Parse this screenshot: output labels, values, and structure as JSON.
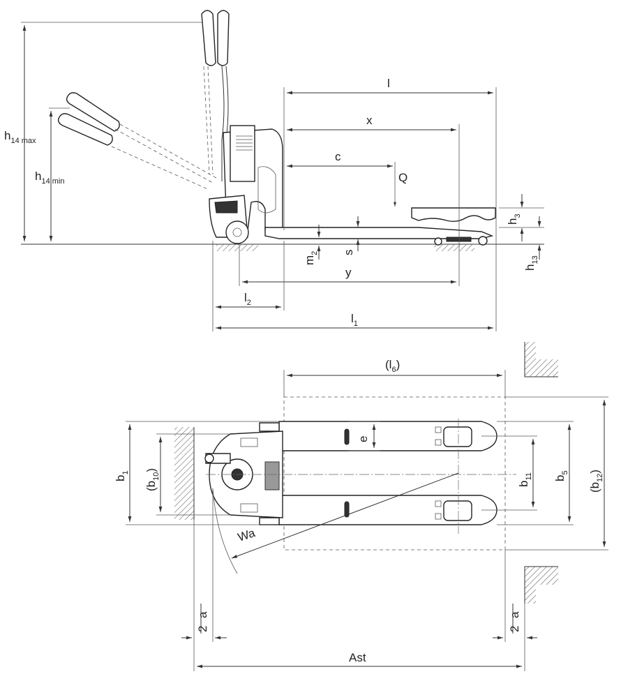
{
  "diagram": {
    "side_view": {
      "labels": {
        "h14max": {
          "main": "h",
          "sub": "14 max"
        },
        "h14min": {
          "main": "h",
          "sub": "14 min"
        },
        "l": "l",
        "x": "x",
        "c": "c",
        "Q": "Q",
        "h3": {
          "main": "h",
          "sub": "3"
        },
        "h13": {
          "main": "h",
          "sub": "13"
        },
        "m2": {
          "main": "m",
          "sub": "2"
        },
        "s": "s",
        "y": "y",
        "l2": {
          "main": "l",
          "sub": "2"
        },
        "l1": {
          "main": "l",
          "sub": "1"
        }
      }
    },
    "top_view": {
      "labels": {
        "l6": {
          "open": "(l",
          "sub": "6",
          "close": ")"
        },
        "e": "e",
        "b1": {
          "main": "b",
          "sub": "1"
        },
        "b10": {
          "open": "(b",
          "sub": "10",
          "close": ")"
        },
        "b11": {
          "main": "b",
          "sub": "11"
        },
        "b5": {
          "main": "b",
          "sub": "5"
        },
        "b12": {
          "open": "(b",
          "sub": "12",
          "close": ")"
        },
        "Wa": "Wa",
        "a2_left": {
          "num": "a",
          "den": "2"
        },
        "a2_right": {
          "num": "a",
          "den": "2"
        },
        "Ast": "Ast"
      }
    }
  }
}
